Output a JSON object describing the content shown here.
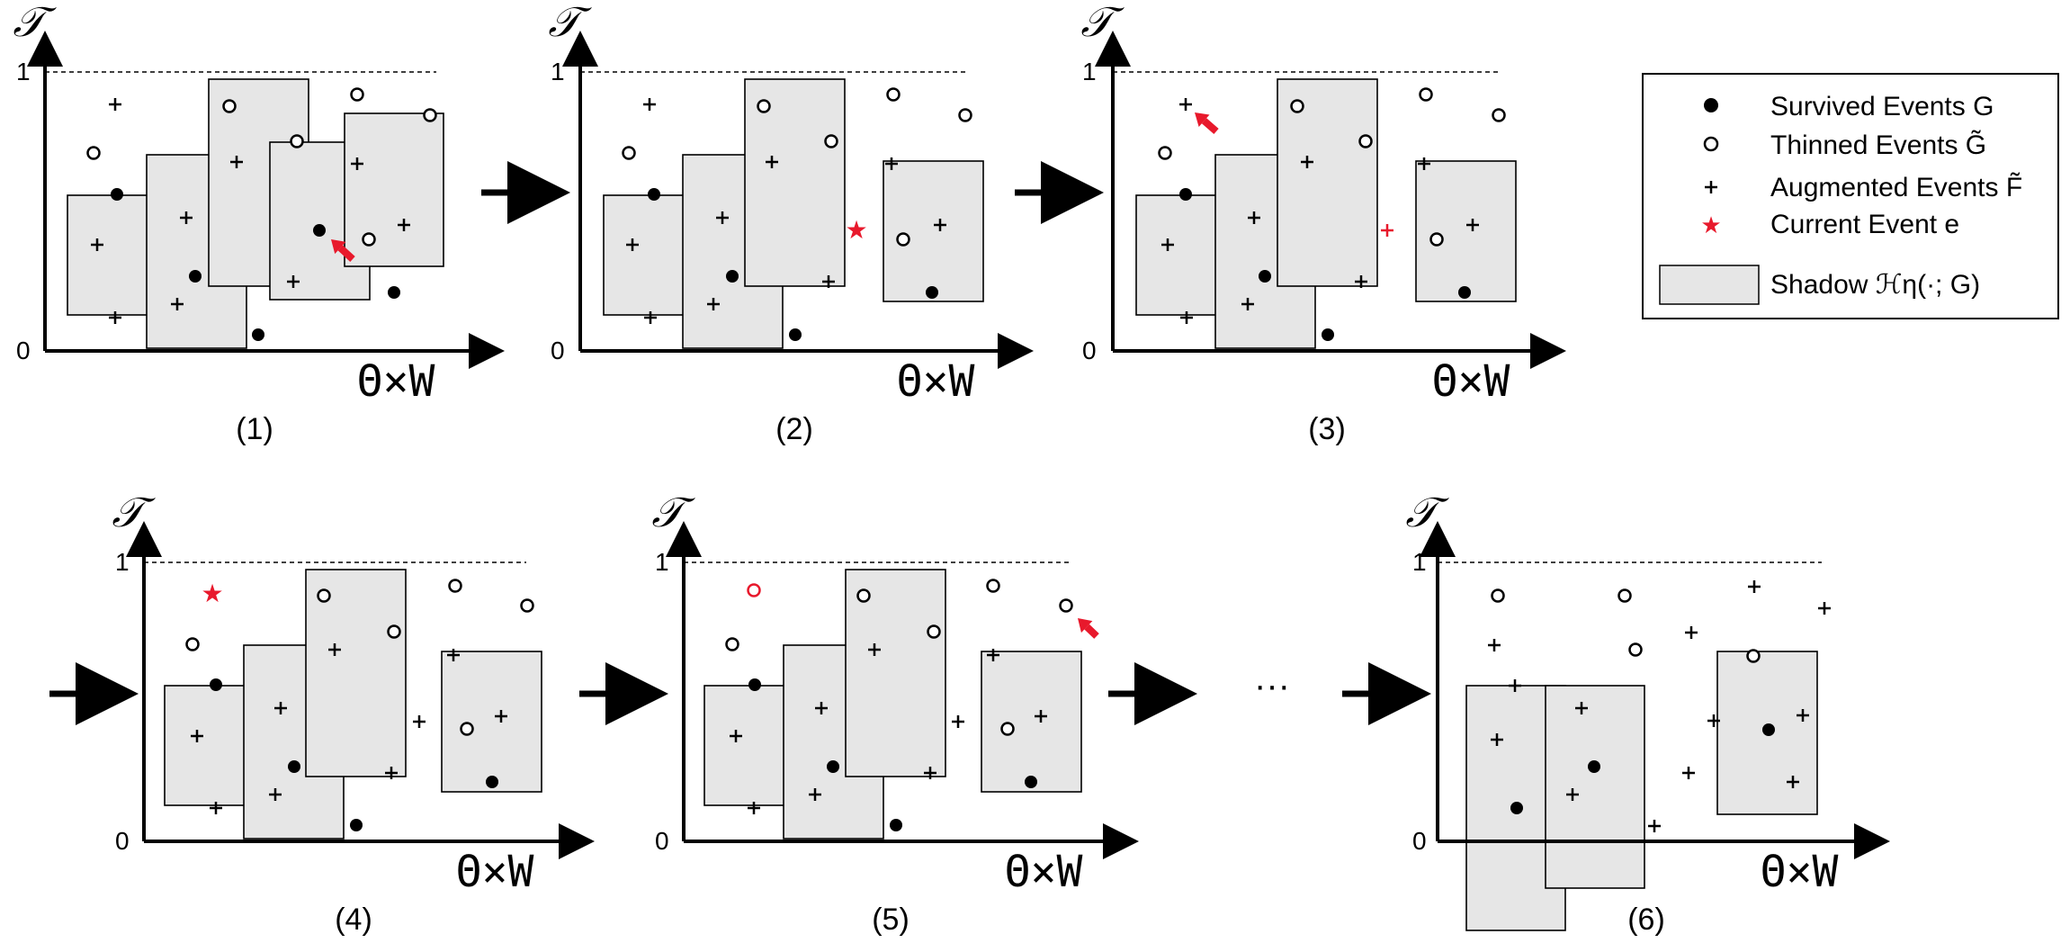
{
  "y_axis_label": "𝒯",
  "x_axis_label": "Θ×W",
  "tick_top": "1",
  "tick_bottom": "0",
  "ellipsis": "···",
  "captions": [
    "(1)",
    "(2)",
    "(3)",
    "(4)",
    "(5)",
    "(6)"
  ],
  "legend": {
    "survived": "Survived Events G",
    "thinned": "Thinned Events G̃",
    "augmented": "Augmented Events F̃",
    "current": "Current Event e",
    "shadow": "Shadow ℋη(·; G)"
  },
  "colors": {
    "highlight": "#e8192c",
    "shadow_fill": "#e6e6e6"
  }
}
